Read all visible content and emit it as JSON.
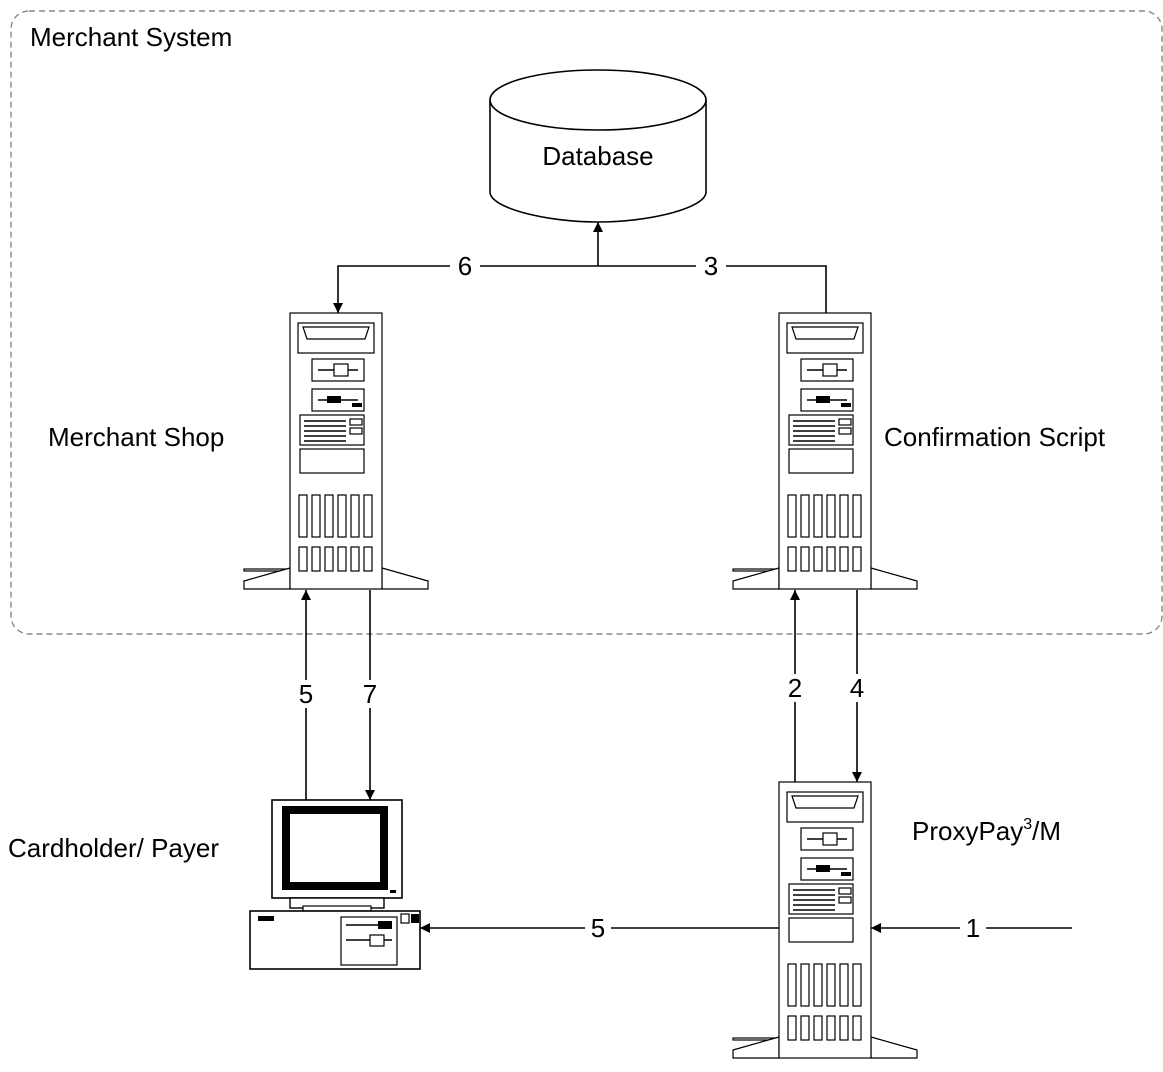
{
  "diagram": {
    "system_label": "Merchant System",
    "database_label": "Database",
    "merchant_shop_label": "Merchant Shop",
    "confirmation_label": "Confirmation Script",
    "cardholder_label": "Cardholder/ Payer",
    "proxypay_label_main": "ProxyPay",
    "proxypay_label_sup": "3",
    "proxypay_label_suffix": "/M"
  },
  "steps": {
    "s1": "1",
    "s2": "2",
    "s3": "3",
    "s4": "4",
    "s5_shop": "5",
    "s5_pc": "5",
    "s6": "6",
    "s7": "7"
  }
}
